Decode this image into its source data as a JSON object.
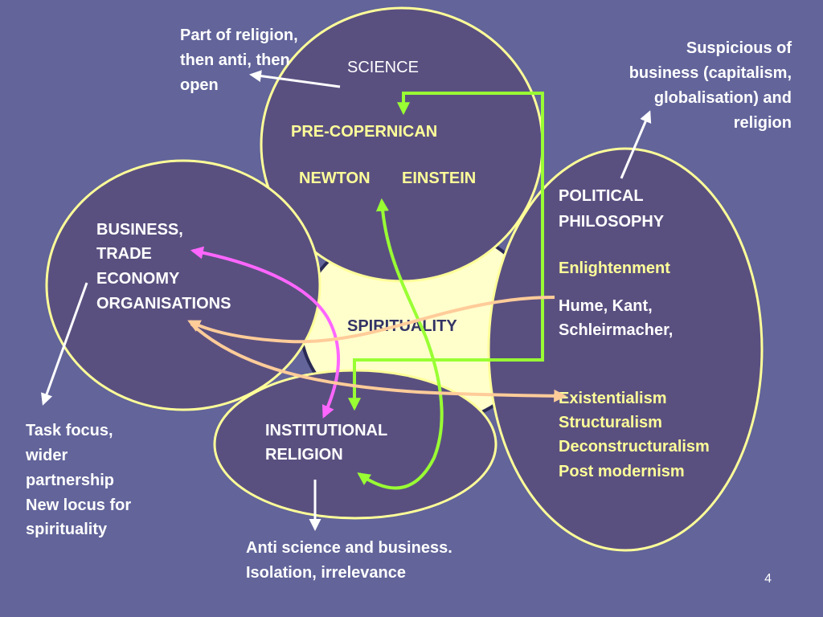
{
  "circles": {
    "science": {
      "title": "SCIENCE",
      "items": [
        "PRE-COPERNICAN",
        "NEWTON",
        "EINSTEIN"
      ]
    },
    "business": {
      "lines": [
        "BUSINESS,",
        "TRADE",
        "ECONOMY",
        "ORGANISATIONS"
      ]
    },
    "spirituality": {
      "title": "SPIRITUALITY"
    },
    "institutional": {
      "lines": [
        "INSTITUTIONAL",
        "RELIGION"
      ]
    },
    "political": {
      "title_lines": [
        "POLITICAL",
        "PHILOSOPHY"
      ],
      "enlightenment": "Enlightenment",
      "thinkers_lines": [
        "Hume, Kant,",
        "Schleirmacher,"
      ],
      "movements": [
        "Existentialism",
        "Structuralism",
        "Deconstructuralism",
        "Post modernism"
      ]
    }
  },
  "annotations": {
    "science_note": [
      "Part of religion,",
      "then anti, then",
      "open"
    ],
    "political_note": [
      "Suspicious of",
      "business (capitalism,",
      "globalisation) and",
      "religion"
    ],
    "business_note": [
      "Task focus,",
      "wider",
      "partnership",
      "New locus for",
      "spirituality"
    ],
    "institutional_note": [
      "Anti science and business.",
      "Isolation, irrelevance"
    ]
  },
  "page_number": "4",
  "colors": {
    "background": "#62649a",
    "circle_fill": "#5a5080",
    "circle_stroke": "#ffff99",
    "spirituality_fill": "#ffffcc",
    "green_arrow": "#99ff33",
    "pink_arrow": "#ff66ff",
    "peach_arrow": "#ffcc99"
  }
}
